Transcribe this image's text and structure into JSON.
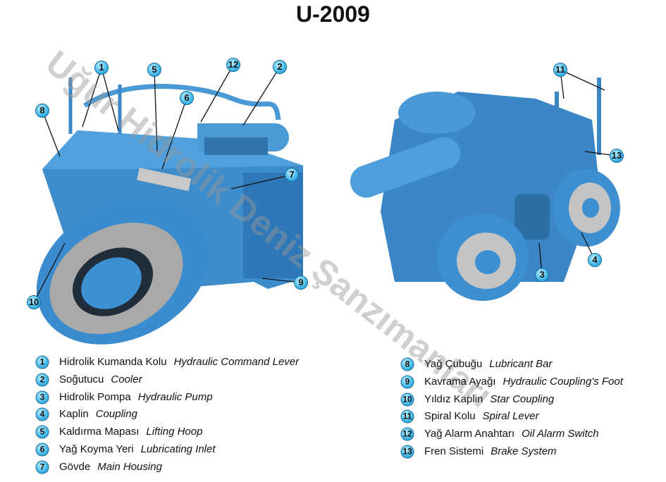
{
  "title": "U-2009",
  "watermark": "Uğur Hidrolik Deniz Şanzımanları",
  "colors": {
    "machine_blue": "#3d8fd0",
    "callout_blue": "#3fb6e8"
  },
  "callouts_left": [
    "1",
    "5",
    "12",
    "2",
    "6",
    "8",
    "7",
    "9",
    "10"
  ],
  "callouts_right": [
    "11",
    "13",
    "4",
    "3"
  ],
  "legend_left": [
    {
      "num": "1",
      "tr": "Hidrolik Kumanda Kolu",
      "en": "Hydraulic Command Lever"
    },
    {
      "num": "2",
      "tr": "Soğutucu",
      "en": "Cooler"
    },
    {
      "num": "3",
      "tr": "Hidrolik Pompa",
      "en": "Hydraulic Pump"
    },
    {
      "num": "4",
      "tr": "Kaplin",
      "en": "Coupling"
    },
    {
      "num": "5",
      "tr": "Kaldırma Mapası",
      "en": "Lifting Hoop"
    },
    {
      "num": "6",
      "tr": "Yağ  Koyma Yeri",
      "en": "Lubricating Inlet"
    },
    {
      "num": "7",
      "tr": "Gövde",
      "en": "Main Housing"
    }
  ],
  "legend_right": [
    {
      "num": "8",
      "tr": "Yağ Çubuğu",
      "en": "Lubricant Bar"
    },
    {
      "num": "9",
      "tr": "Kavrama Ayağı",
      "en": "Hydraulic Coupling's Foot"
    },
    {
      "num": "10",
      "tr": "Yıldız Kaplin",
      "en": "Star Coupling"
    },
    {
      "num": "11",
      "tr": "Spiral Kolu",
      "en": "Spiral Lever"
    },
    {
      "num": "12",
      "tr": "Yağ Alarm Anahtarı",
      "en": "Oil Alarm Switch"
    },
    {
      "num": "13",
      "tr": "Fren Sistemi",
      "en": "Brake System"
    }
  ]
}
